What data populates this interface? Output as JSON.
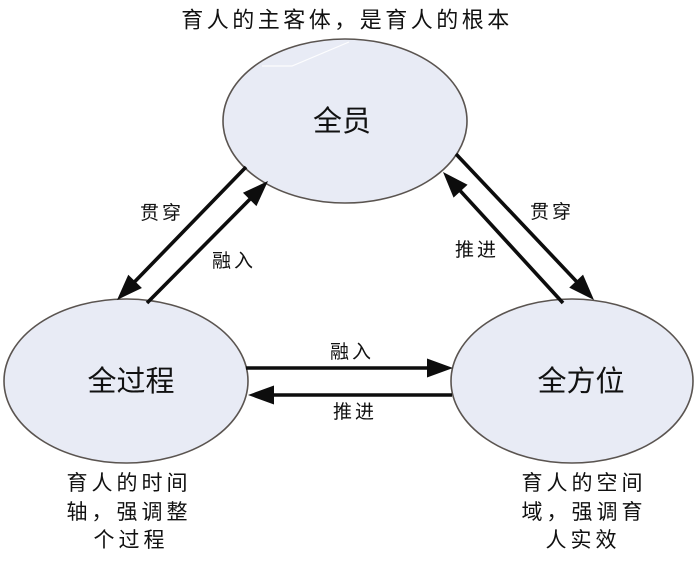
{
  "diagram": {
    "title_caption": "育人的主客体，是育人的根本",
    "colors": {
      "node_fill": "#e8ebf5",
      "node_stroke": "#5a5450",
      "arrow": "#0d0d0d",
      "text": "#111111"
    },
    "nodes": {
      "top": {
        "label": "全员",
        "caption_lines": [
          "育人的主客体，是育人的根本"
        ]
      },
      "left": {
        "label": "全过程",
        "caption_lines": [
          "育人的时间",
          "轴，强调整",
          "个过程"
        ]
      },
      "right": {
        "label": "全方位",
        "caption_lines": [
          "育人的空间",
          "域，强调育",
          "人实效"
        ]
      }
    },
    "edges": [
      {
        "id": "top-to-left",
        "from": "全员",
        "to": "全过程",
        "label": "贯穿"
      },
      {
        "id": "left-to-top",
        "from": "全过程",
        "to": "全员",
        "label": "融入"
      },
      {
        "id": "top-to-right",
        "from": "全员",
        "to": "全方位",
        "label": "贯穿"
      },
      {
        "id": "right-to-top",
        "from": "全方位",
        "to": "全员",
        "label": "推进"
      },
      {
        "id": "left-to-right",
        "from": "全过程",
        "to": "全方位",
        "label": "融入"
      },
      {
        "id": "right-to-left",
        "from": "全方位",
        "to": "全过程",
        "label": "推进"
      }
    ]
  }
}
